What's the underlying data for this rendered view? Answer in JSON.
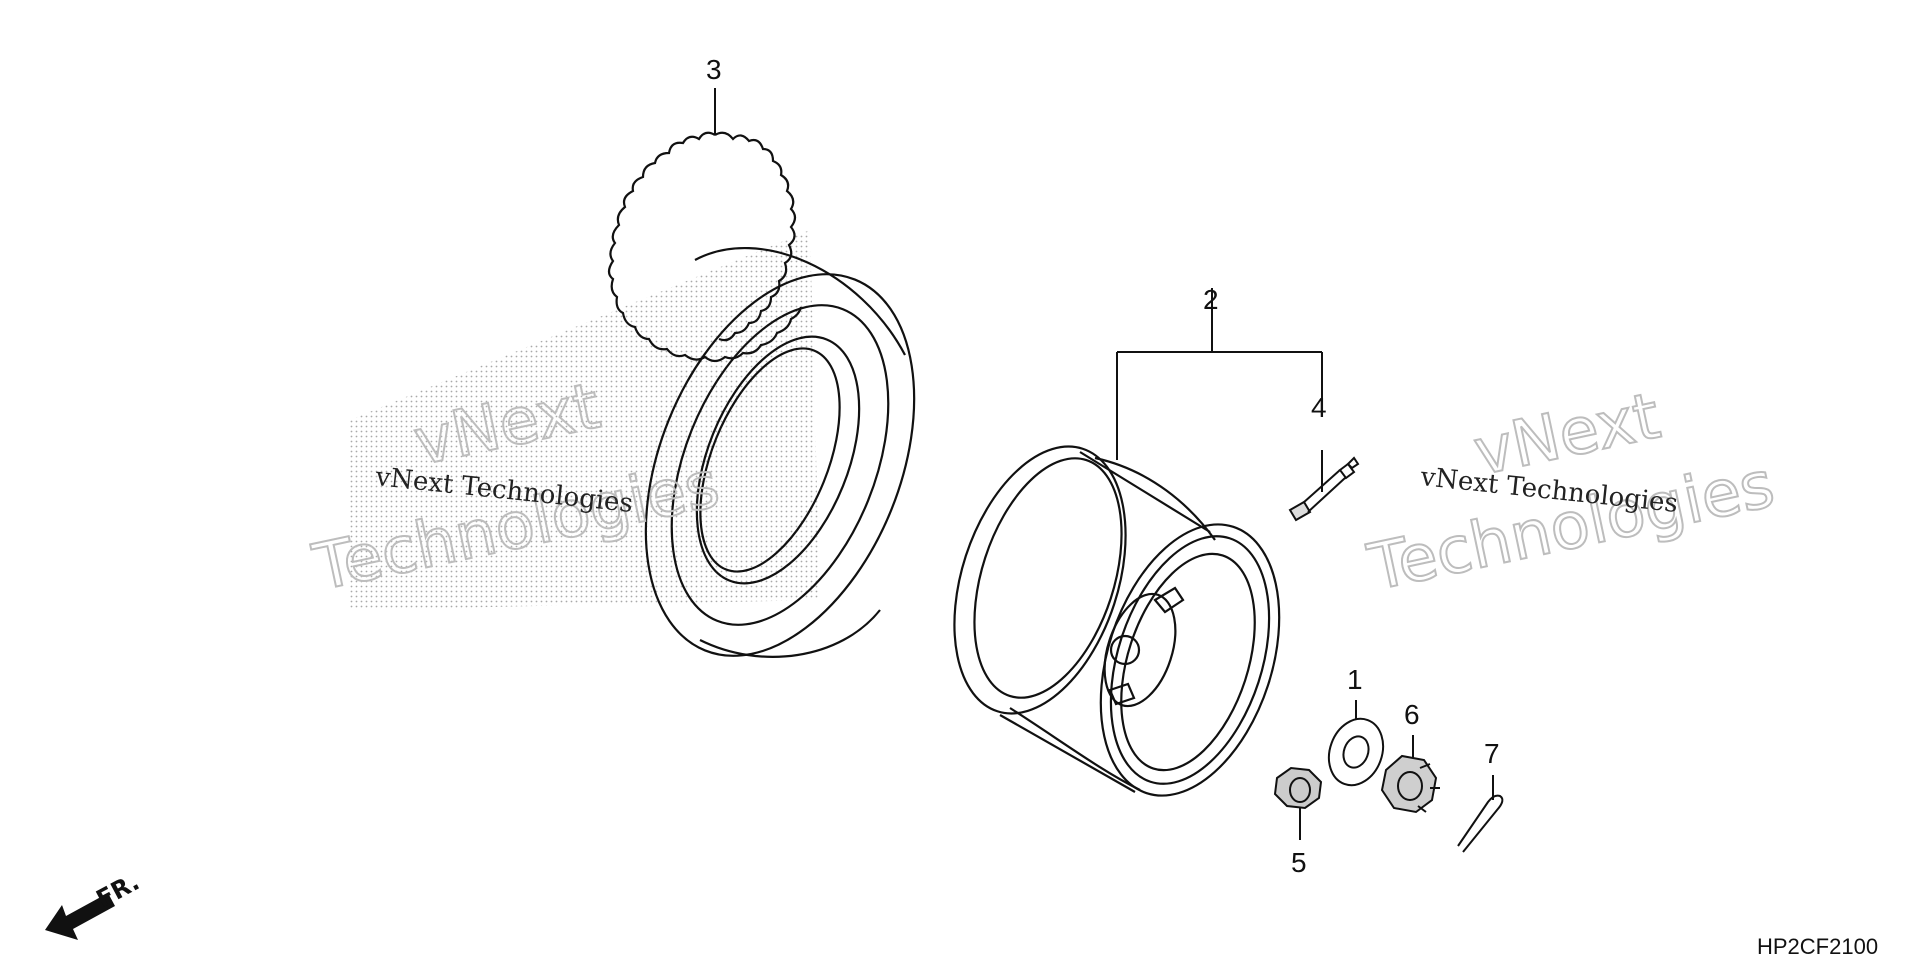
{
  "callouts": {
    "c1": "1",
    "c2": "2",
    "c3": "3",
    "c4": "4",
    "c5": "5",
    "c6": "6",
    "c7": "7"
  },
  "watermark": {
    "line_small": "vNext Technologies",
    "line_big_1": "vNext",
    "line_big_2": "Technologies"
  },
  "direction_label": "FR.",
  "diagram_code": "HP2CF2100",
  "colors": {
    "line": "#111111",
    "dots": "#9a9a9a",
    "watermark_outline": "#bdbdbd"
  }
}
